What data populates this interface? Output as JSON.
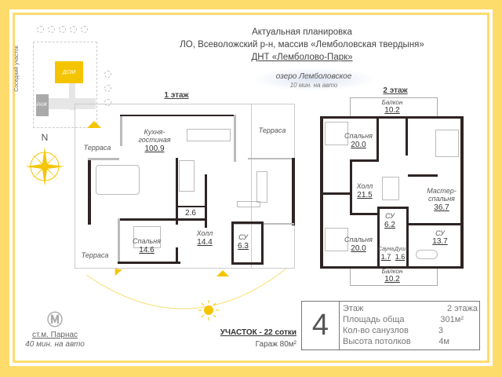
{
  "header": {
    "line1": "Актуальная планировка",
    "line2": "ЛО, Всеволожский р-н, массив «Лемболовская твердыня»",
    "line3": "ДНТ «Лемболово-Парк»"
  },
  "lake": {
    "name": "озеро Лемболовское",
    "time": "10 мин. на авто"
  },
  "site": {
    "neighbor": "Соседний участок",
    "house": "ДОМ",
    "garage": "ГАРАЖ",
    "north": "N"
  },
  "floor1": {
    "title": "1 этаж",
    "kitchen_label": "Кухня-",
    "kitchen_label2": "гостиная",
    "kitchen_area": "100.9",
    "terrace": "Терраса",
    "storage_area": "2.6",
    "hall_label": "Холл",
    "hall_area": "14.4",
    "wc_label": "СУ",
    "wc_area": "6.3",
    "bedroom_label": "Спальня",
    "bedroom_area": "14.6"
  },
  "floor2": {
    "title": "2 этаж",
    "balcony": "Балкон",
    "balcony_top_area": "10.2",
    "balcony_bottom_area": "10.2",
    "bedroom_label": "Спальня",
    "bedroom1_area": "20.0",
    "bedroom2_area": "20.0",
    "hall_label": "Холл",
    "hall_area": "21.5",
    "master_label": "Мастер-",
    "master_label2": "спальня",
    "master_area": "36.7",
    "wc_label": "СУ",
    "wc1_area": "6.2",
    "wc2_area": "13.7",
    "sauna_label": "Сауна",
    "sauna_area": "1.7",
    "shower_label": "Душ",
    "shower_area": "1.6"
  },
  "metro": {
    "station": "ст.м. Парнас",
    "time": "40 мин. на авто"
  },
  "plot": {
    "size": "УЧАСТОК - 22 сотки",
    "garage": "Гараж 80м²"
  },
  "info": {
    "number": "4",
    "rows": [
      {
        "label": "Этаж",
        "value": "2 этажа"
      },
      {
        "label": "Площадь обща",
        "value": "301м²"
      },
      {
        "label": "Кол-во санузлов",
        "value": "3"
      },
      {
        "label": "Высота потолков",
        "value": "4м"
      }
    ]
  },
  "colors": {
    "accent": "#FEDC6C",
    "sun": "#F5C400",
    "wall": "#2e2424"
  }
}
